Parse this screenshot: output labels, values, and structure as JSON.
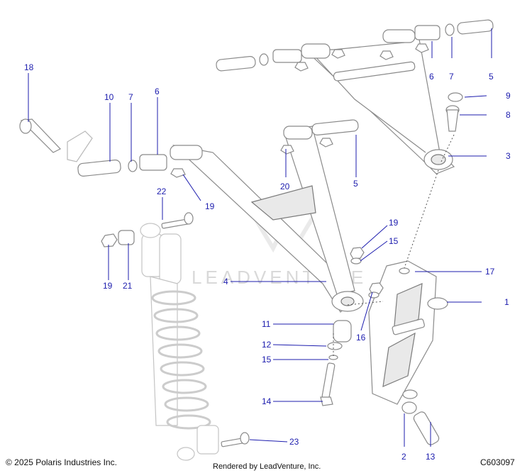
{
  "watermark": "LEADVENTURE",
  "footer": {
    "copyright": "© 2025 Polaris Industries Inc.",
    "rendered_by": "Rendered by LeadVenture, Inc.",
    "diagram_code": "C603097"
  },
  "callouts": {
    "c1": "1",
    "c2": "2",
    "c3": "3",
    "c4": "4",
    "c5a": "5",
    "c5b": "5",
    "c6a": "6",
    "c6b": "6",
    "c7a": "7",
    "c7b": "7",
    "c8": "8",
    "c9": "9",
    "c10": "10",
    "c11": "11",
    "c12": "12",
    "c13": "13",
    "c14": "14",
    "c15a": "15",
    "c15b": "15",
    "c16": "16",
    "c17": "17",
    "c18": "18",
    "c19a": "19",
    "c19b": "19",
    "c20": "20",
    "c21": "21",
    "c22": "22",
    "c23": "23"
  },
  "colors": {
    "callout": "#1c1cae",
    "part_outline": "#8a8a8a"
  }
}
